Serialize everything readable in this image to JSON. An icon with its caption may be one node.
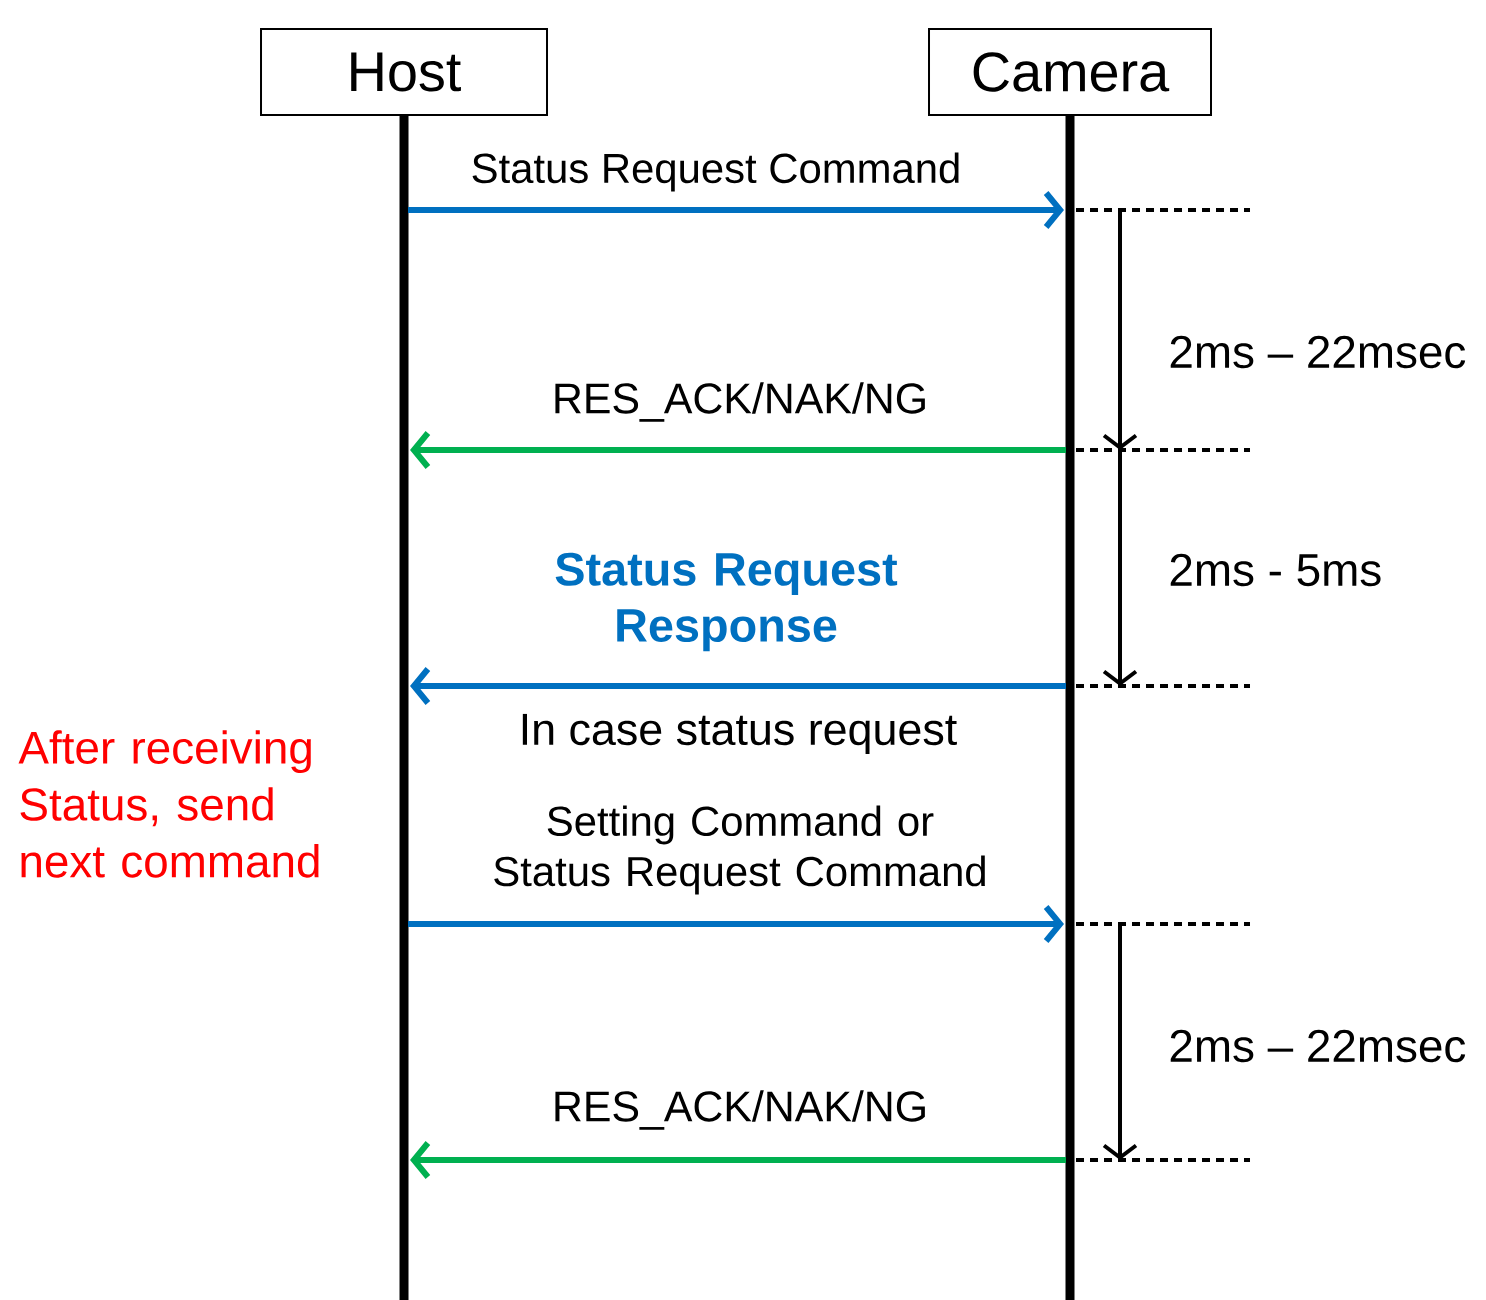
{
  "diagram": {
    "nodes": [
      {
        "text": [
          "Host"
        ]
      },
      {
        "text": [
          "Camera"
        ]
      }
    ],
    "edges": [
      {
        "from": 0,
        "to": 1,
        "arrow": "to",
        "label": "Status Request Command"
      },
      {
        "from": 1,
        "to": 0,
        "arrow": "to",
        "label": "RES_ACK/NAK/NG",
        "color": "#00b050"
      },
      {
        "from": 1,
        "to": 0,
        "arrow": "to",
        "label": "Status Request Response"
      },
      {
        "from": 0,
        "to": 1,
        "arrow": "to",
        "label": "Setting Command or Status Request Command"
      },
      {
        "from": 1,
        "to": 0,
        "arrow": "to",
        "label": "RES_ACK/NAK/NG",
        "color": "#00b050"
      }
    ],
    "labels": [
      "2ms – 22msec",
      "2ms - 5ms",
      "In case status request",
      "After receiving Status, send next command",
      "2ms – 22msec"
    ]
  }
}
